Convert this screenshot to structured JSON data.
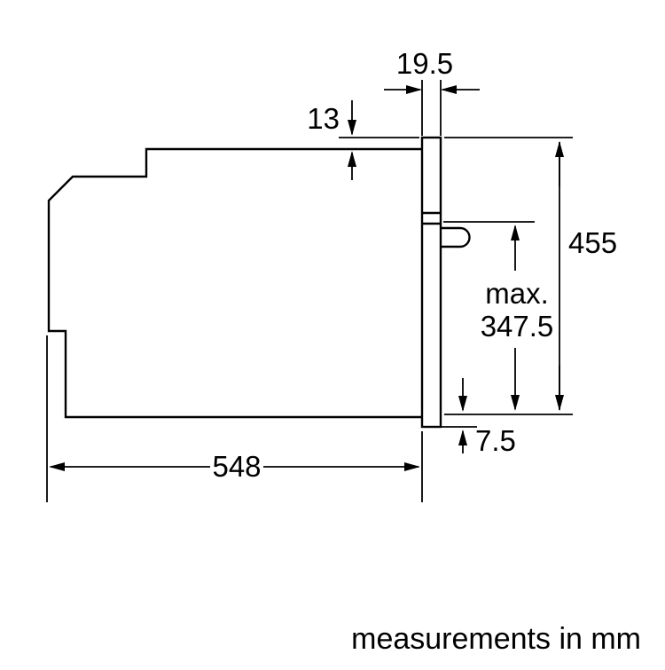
{
  "diagram": {
    "type": "technical-dimension-drawing",
    "subject": "built-in oven side profile",
    "footer_note": "measurements in mm",
    "colors": {
      "line": "#000000",
      "background": "#ffffff"
    },
    "dimensions": {
      "panel_gap_width": "19.5",
      "top_offset": "13",
      "niche_height": "455",
      "max_label": "max.",
      "max_value": "347.5",
      "bottom_overhang": "7.5",
      "depth": "548"
    }
  }
}
